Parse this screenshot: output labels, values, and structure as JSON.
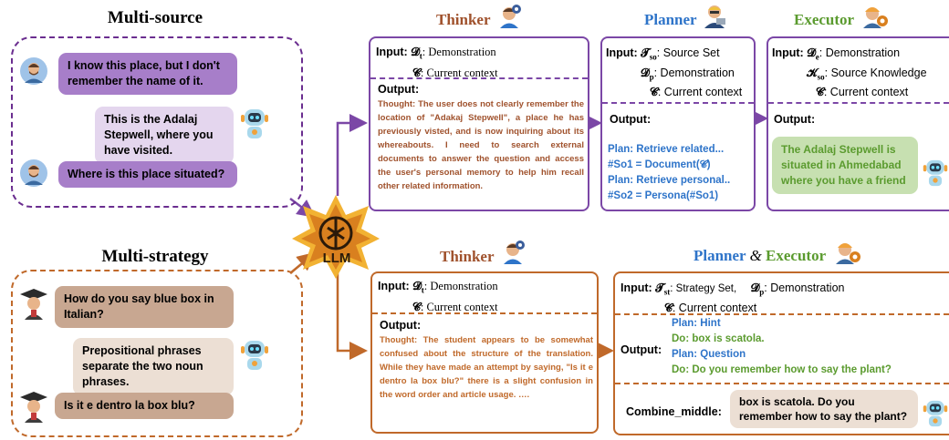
{
  "colors": {
    "purple": "#6a2d8f",
    "orange": "#c0692a",
    "thinker": "#a0522d",
    "planner": "#2e74c9",
    "executor": "#5b9b2f"
  },
  "multi_source": {
    "title": "Multi-source",
    "msg1": "I know this place, but I don't remember the name of it.",
    "msg2": "This is the Adalaj Stepwell, where you have visited.",
    "msg3": "Where is this place situated?"
  },
  "multi_strategy": {
    "title": "Multi-strategy",
    "msg1": "How do you say blue box in Italian?",
    "msg2": "Prepositional phrases separate the two noun phrases.",
    "msg3": "Is it e dentro la box blu?"
  },
  "llm_label": "LLM",
  "top_thinker": {
    "header": "Thinker",
    "input_label": "Input:",
    "in1_sym": "𝓓",
    "in1_sub": "t",
    "in1_text": ": Demonstration",
    "in2_sym": "𝓒",
    "in2_text": ": Current context",
    "output_label": "Output:",
    "thought": "Thought: The user does not clearly remember the location of \"Adakaj Stepwell\", a place he has previously visted, and is now inquiring about its whereabouts. I need to search external documents to answer the question and access the user's personal memory to help him recall other related information."
  },
  "top_planner": {
    "header": "Planner",
    "input_label": "Input:",
    "in1_sym": "𝓣",
    "in1_sub": "so",
    "in1_text": ": Source Set",
    "in2_sym": "𝓓",
    "in2_sub": "p",
    "in2_text": ": Demonstration",
    "in3_sym": "𝓒",
    "in3_text": ": Current context",
    "output_label": "Output:",
    "plan1": "Plan: Retrieve related...",
    "plan2": "#So1 = Document(𝓒)",
    "plan3": "Plan: Retrieve personal..",
    "plan4": "#So2 = Persona(#So1)"
  },
  "top_executor": {
    "header": "Executor",
    "input_label": "Input:",
    "in1_sym": "𝓓",
    "in1_sub": "e",
    "in1_text": ": Demonstration",
    "in2_sym": "𝓚",
    "in2_sub": "so",
    "in2_text": ": Source Knowledge",
    "in3_sym": "𝓒",
    "in3_text": ": Current context",
    "output_label": "Output:",
    "answer": "The Adalaj Stepwell is situated in Ahmedabad where you have a friend"
  },
  "bottom_thinker": {
    "header": "Thinker",
    "input_label": "Input:",
    "in1_sym": "𝓓",
    "in1_sub": "t",
    "in1_text": ": Demonstration",
    "in2_sym": "𝓒",
    "in2_text": ": Current context",
    "output_label": "Output:",
    "thought": "Thought: The student appears to be somewhat confused about the structure of the translation. While they have made an attempt by saying, \"Is it e dentro la box blu?\" there is a slight confusion in the word order and article usage. …."
  },
  "bottom_pe": {
    "header_planner": "Planner",
    "header_amp": "&",
    "header_executor": "Executor",
    "input_label": "Input:",
    "in1_sym": "𝓣",
    "in1_sub": "st",
    "in1_text": ": Strategy Set,",
    "in2_sym": "𝓓",
    "in2_sub": "p",
    "in2_text": ": Demonstration",
    "in3_sym": "𝓒",
    "in3_text": ": Current context",
    "output_label": "Output:",
    "plan1": "Plan: Hint",
    "do1": "Do: box is scatola.",
    "plan2": "Plan: Question",
    "do2": "Do: Do you remember how to say the plant?",
    "combine_label": "Combine_middle:",
    "combine_text": "box is scatola. Do you remember how to say the plant?"
  }
}
